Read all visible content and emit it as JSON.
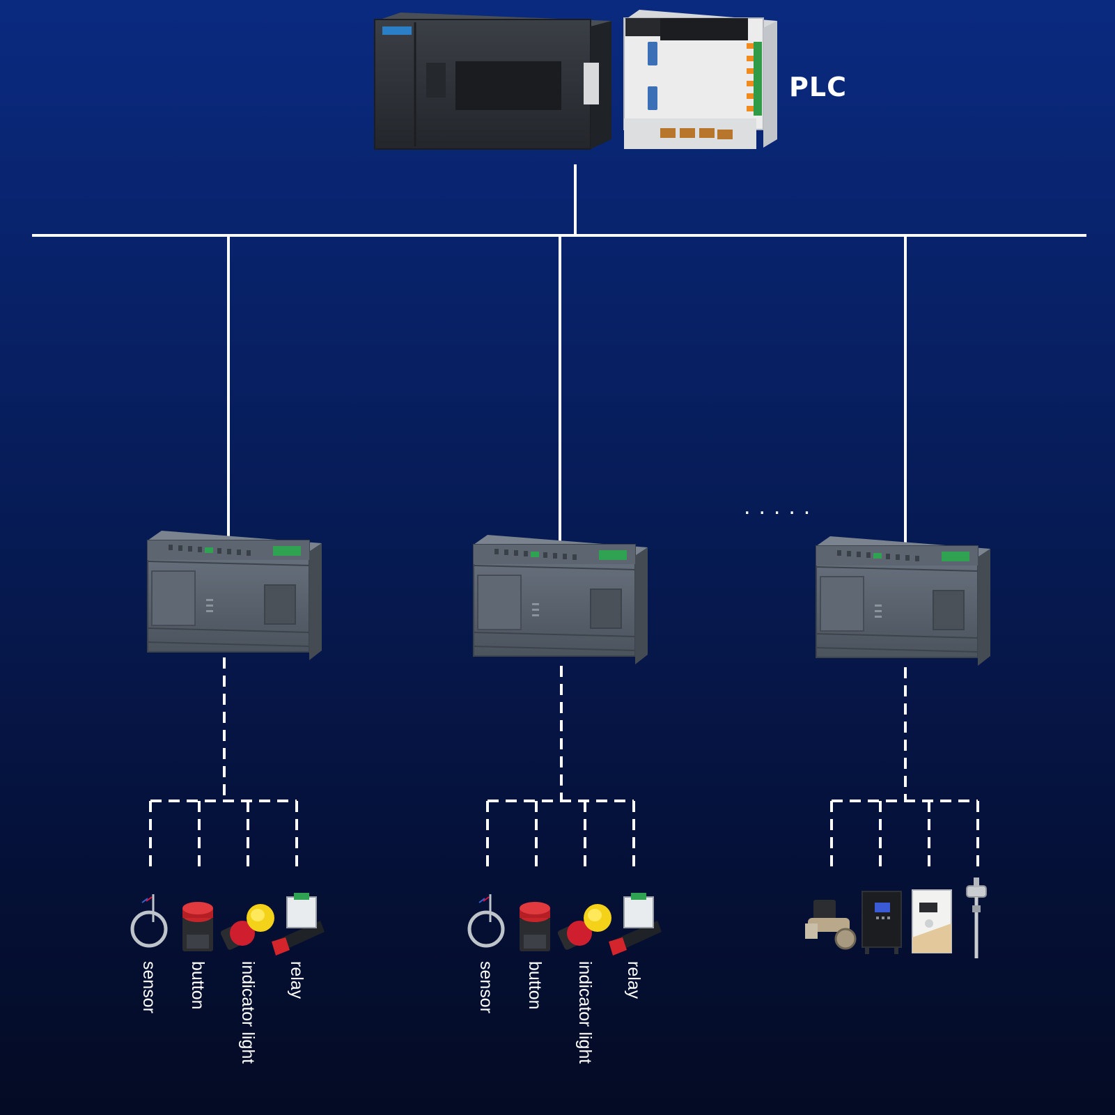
{
  "plc_label": "PLC",
  "ellipsis": ".....",
  "groups": [
    {
      "labels": [
        "sensor",
        "button",
        "indicator light",
        "relay"
      ]
    },
    {
      "labels": [
        "sensor",
        "button",
        "indicator light",
        "relay"
      ]
    }
  ],
  "colors": {
    "line": "#ffffff",
    "module_body": "#5a6470",
    "module_green": "#2fa352",
    "plc_dark": "#2d3035",
    "plc_white": "#ececec"
  }
}
